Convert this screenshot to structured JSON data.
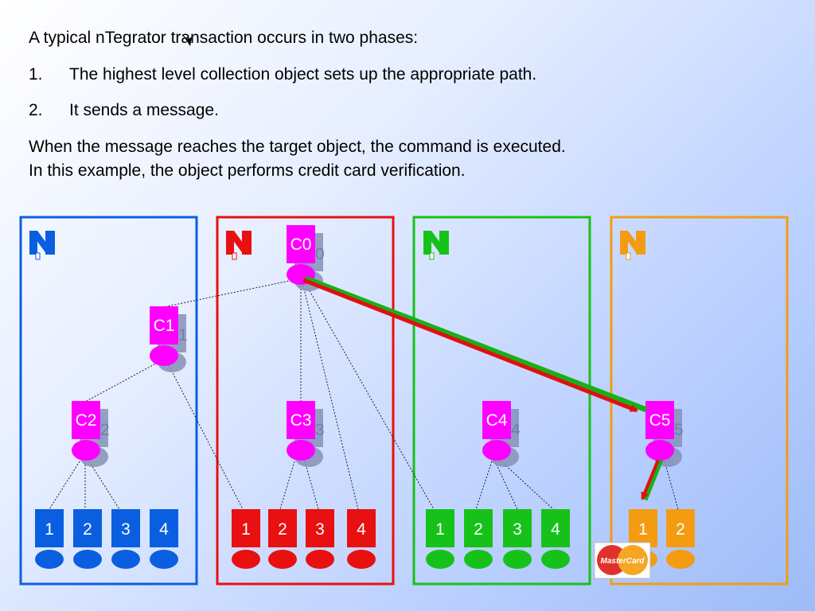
{
  "slide": {
    "intro": "A typical nTegrator transaction occurs in two phases:",
    "steps": [
      {
        "num": "1.",
        "text": "The highest level collection object sets up the appropriate path."
      },
      {
        "num": "2.",
        "text": "It sends a message."
      }
    ],
    "line1": "When the message reaches the target object, the command is executed.",
    "line2": "In this example, the object performs credit card verification."
  },
  "colors": {
    "blue": "#0a5fe0",
    "red": "#e81010",
    "green": "#16c21a",
    "orange": "#f39c12",
    "collection": "#ff00ff",
    "path_red": "#e01010",
    "path_green": "#18b018"
  },
  "panels": [
    {
      "color": "blue",
      "icon": "n-logo-icon"
    },
    {
      "color": "red",
      "icon": "n-logo-icon"
    },
    {
      "color": "green",
      "icon": "n-logo-icon"
    },
    {
      "color": "orange",
      "icon": "n-logo-icon"
    }
  ],
  "collections": [
    {
      "label": "C0",
      "shadow": "0"
    },
    {
      "label": "C1",
      "shadow": "1"
    },
    {
      "label": "C2",
      "shadow": "2"
    },
    {
      "label": "C3",
      "shadow": "3"
    },
    {
      "label": "C4",
      "shadow": "4"
    },
    {
      "label": "C5",
      "shadow": "5"
    }
  ],
  "leaves": {
    "blue": [
      "1",
      "2",
      "3",
      "4"
    ],
    "red": [
      "1",
      "2",
      "3",
      "4"
    ],
    "green": [
      "1",
      "2",
      "3",
      "4"
    ],
    "orange": [
      "1",
      "2"
    ]
  },
  "mastercard": {
    "label": "MasterCard"
  }
}
